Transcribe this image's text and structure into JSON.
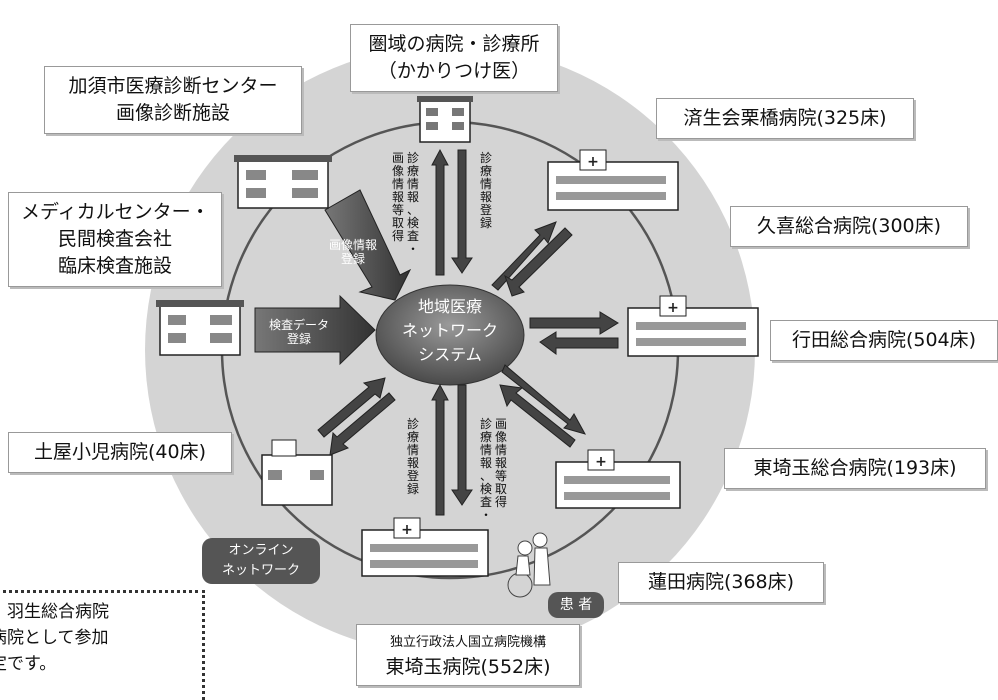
{
  "center": {
    "lines": [
      "地域医療",
      "ネットワーク",
      "システム"
    ]
  },
  "nodes": {
    "clinic": [
      "圏域の病院・診療所",
      "（かかりつけ医）"
    ],
    "kazo": [
      "加須市医療診断センター",
      "画像診断施設"
    ],
    "medical_center": [
      "メディカルセンター・",
      "民間検査会社",
      "臨床検査施設"
    ],
    "tsuchiya": "土屋小児病院(40床)",
    "saiseikai": "済生会栗橋病院(325床)",
    "kuki": "久喜総合病院(300床)",
    "gyoda": "行田総合病院(504床)",
    "higashisaitama_general": "東埼玉総合病院(193床)",
    "hasuda": "蓮田病院(368床)",
    "national": [
      "独立行政法人国立病院機構",
      "東埼玉病院(552床)"
    ]
  },
  "arrow_labels": {
    "top_left": [
      "診",
      "療",
      "情",
      "報",
      "、",
      "検",
      "査",
      "・"
    ],
    "top_left_2": [
      "画",
      "像",
      "情",
      "報",
      "等",
      "取",
      "得"
    ],
    "top_right": [
      "診",
      "療",
      "情",
      "報",
      "登",
      "録"
    ],
    "bottom_left": [
      "診",
      "療",
      "情",
      "報",
      "登",
      "録"
    ],
    "bottom_right": [
      "診",
      "療",
      "情",
      "報",
      "、",
      "検",
      "査",
      "・"
    ],
    "bottom_right_2": [
      "画",
      "像",
      "情",
      "報",
      "等",
      "取",
      "得"
    ],
    "image_registration": [
      "画像情報",
      "登録"
    ],
    "lab_registration": [
      "検査データ",
      "登録"
    ]
  },
  "tags": {
    "online": [
      "オンライン",
      "ネットワーク"
    ],
    "patient": "患 者"
  },
  "note": {
    "lines": [
      "、羽生総合病院",
      "病院として参加",
      "定です。"
    ]
  },
  "colors": {
    "outer_circle": "#d4d4d4",
    "ring": "#555555",
    "arrow": "#4a4a4a",
    "center_fill": "#666666"
  }
}
